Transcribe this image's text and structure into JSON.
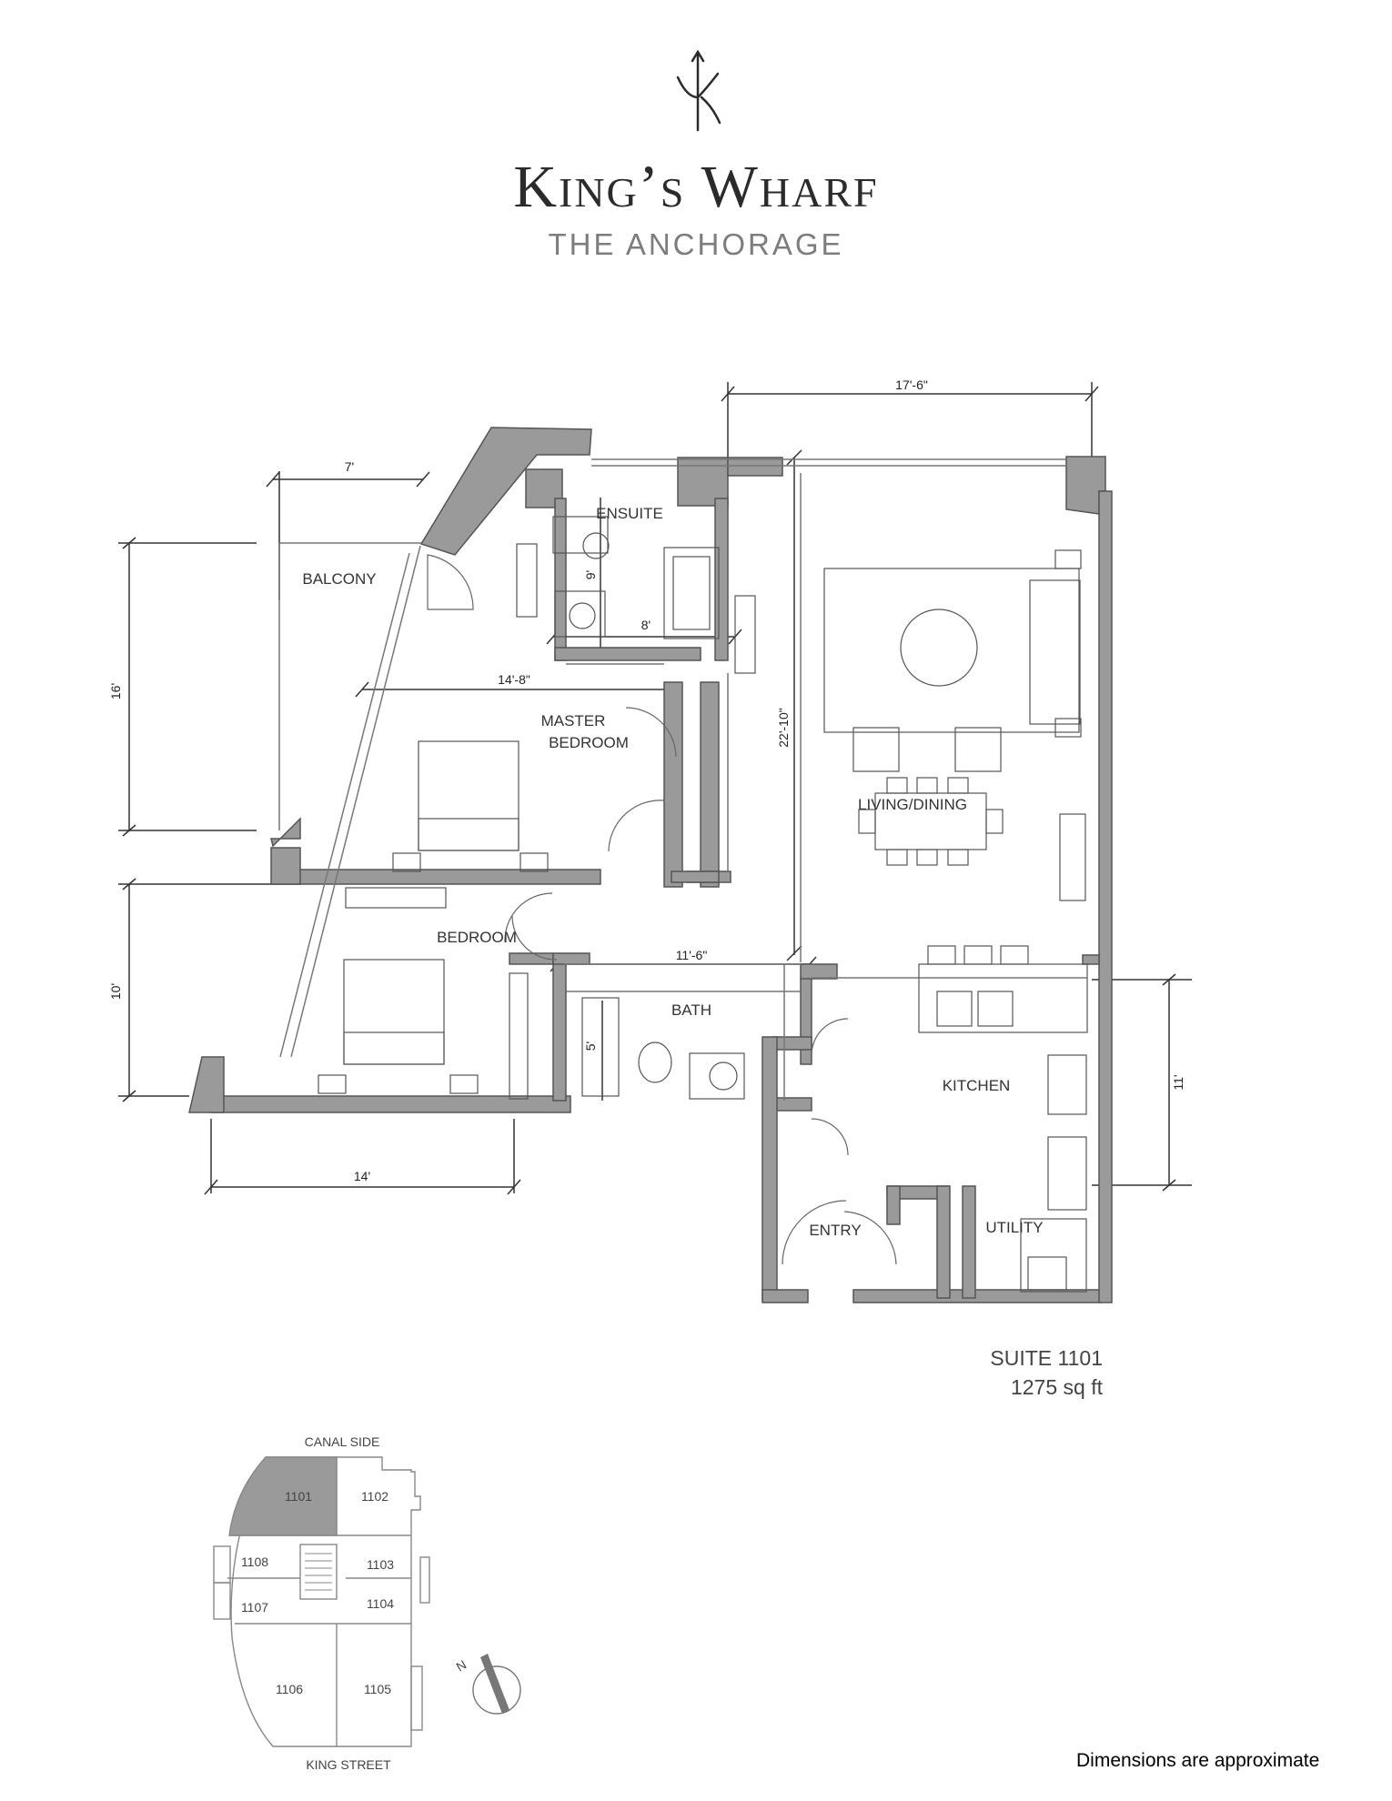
{
  "brand": {
    "name": "King’s Wharf",
    "subtitle": "THE ANCHORAGE",
    "logo_icon": "trident-k-logo"
  },
  "rooms": {
    "ensuite": "ENSUITE",
    "balcony": "BALCONY",
    "master_bedroom_1": "MASTER",
    "master_bedroom_2": "BEDROOM",
    "living_dining": "LIVING/DINING",
    "bedroom": "BEDROOM",
    "bath": "BATH",
    "kitchen": "KITCHEN",
    "entry": "ENTRY",
    "utility": "UTILITY"
  },
  "dimensions": {
    "living_width": "17'-6\"",
    "balcony_width": "7'",
    "balcony_depth": "16'",
    "ensuite_width": "8'",
    "ensuite_depth": "9'",
    "master_width": "14'-8\"",
    "living_depth": "22'-10\"",
    "bedroom_depth": "10'",
    "bath_width": "11'-6\"",
    "bath_depth": "5'",
    "kitchen_depth": "11'",
    "bedroom_width": "14'"
  },
  "suite": {
    "number": "SUITE 1101",
    "area": "1275 sq ft"
  },
  "keyplan": {
    "top_label": "CANAL SIDE",
    "bottom_label": "KING STREET",
    "north_label": "N",
    "highlighted_unit": "1101",
    "units": [
      "1101",
      "1102",
      "1108",
      "1103",
      "1107",
      "1104",
      "1106",
      "1105"
    ]
  },
  "disclaimer": "Dimensions are approximate",
  "colors": {
    "wall": "#9a9a9a",
    "highlight": "#9a9a9a",
    "line": "#444444"
  }
}
